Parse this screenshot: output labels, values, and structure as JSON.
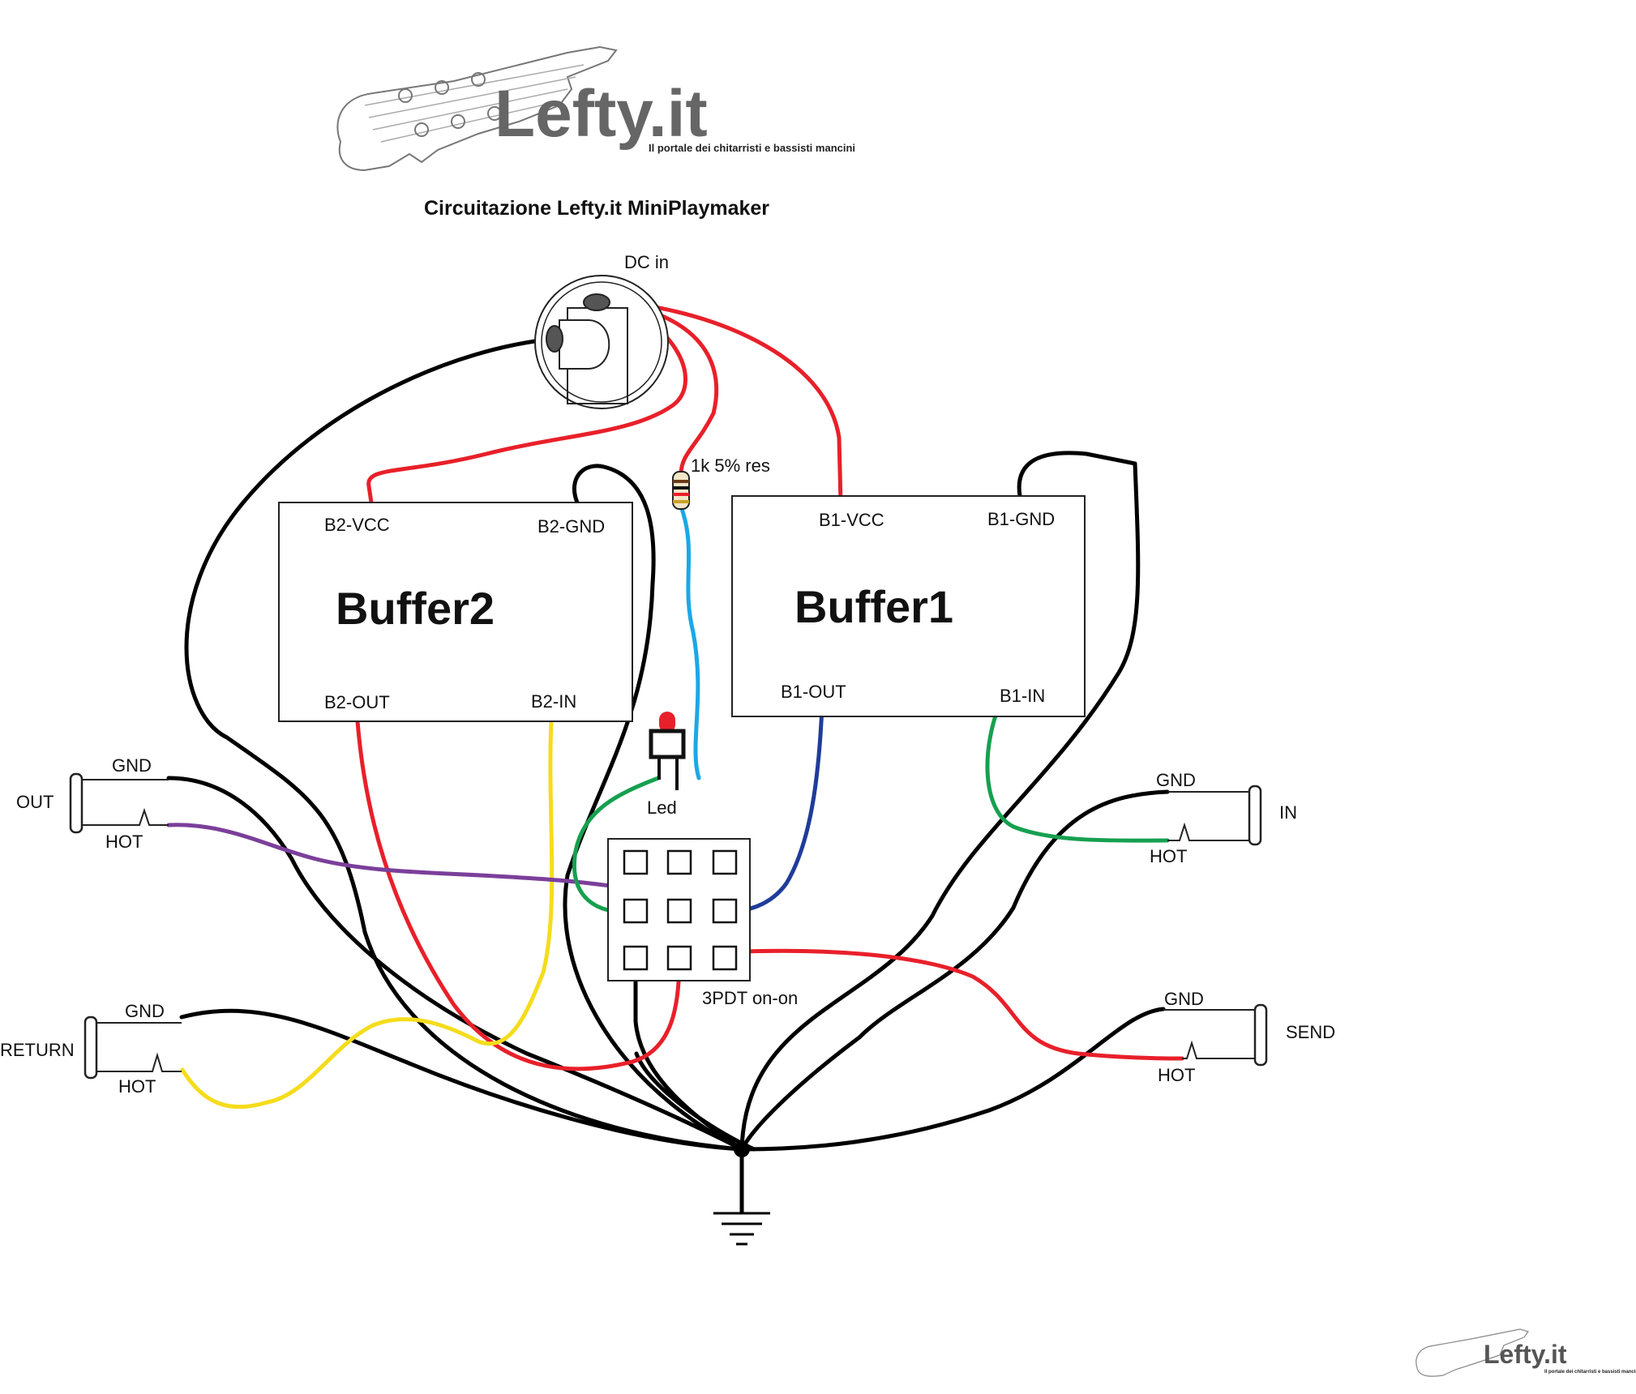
{
  "logo": {
    "brand": "Lefty.it",
    "tagline": "Il portale dei chitarristi e bassisti mancini"
  },
  "title": "Circuitazione Lefty.it MiniPlaymaker",
  "dc_jack": {
    "label": "DC in"
  },
  "resistor": {
    "label": "1k 5% res"
  },
  "buffer2": {
    "name": "Buffer2",
    "vcc": "B2-VCC",
    "gnd": "B2-GND",
    "out": "B2-OUT",
    "in": "B2-IN"
  },
  "buffer1": {
    "name": "Buffer1",
    "vcc": "B1-VCC",
    "gnd": "B1-GND",
    "out": "B1-OUT",
    "in": "B1-IN"
  },
  "led": {
    "label": "Led"
  },
  "switch": {
    "label": "3PDT on-on"
  },
  "jacks": {
    "out": {
      "name": "OUT",
      "gnd": "GND",
      "hot": "HOT"
    },
    "return": {
      "name": "RETURN",
      "gnd": "GND",
      "hot": "HOT"
    },
    "in": {
      "name": "IN",
      "gnd": "GND",
      "hot": "HOT"
    },
    "send": {
      "name": "SEND",
      "gnd": "GND",
      "hot": "HOT"
    }
  },
  "wire_colors": {
    "ground": "#000000",
    "power": "#e8202a",
    "led_feed": "#1ba8e6",
    "b1_out": "#1f3c9a",
    "b1_in": "#16a050",
    "out_hot": "#7b3f9a",
    "return_hot": "#f5dc1c",
    "signal_red": "#e8202a"
  }
}
